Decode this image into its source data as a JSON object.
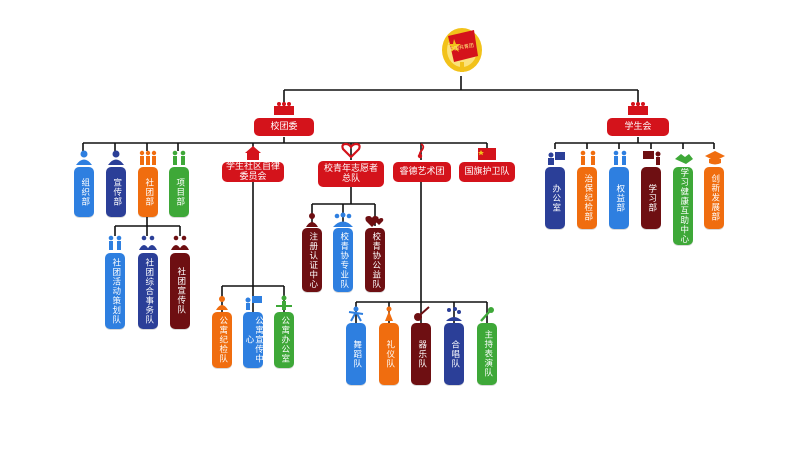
{
  "colors": {
    "line": "#111111",
    "header_red": "#d4131b",
    "blue": "#2e7fe0",
    "navy": "#2b3f98",
    "orange": "#f06d0f",
    "green": "#3ea838",
    "maroon": "#6e0f12",
    "emblem_gold": "#f2c21a"
  },
  "emblem": {
    "text": "中国共青团"
  },
  "league": {
    "label": "校团委",
    "departments": [
      {
        "label": "组织部",
        "icon": "people-icon"
      },
      {
        "label": "宣传部",
        "icon": "people-icon"
      },
      {
        "label": "社团部",
        "icon": "people-icon"
      },
      {
        "label": "项目部",
        "icon": "people-icon"
      }
    ],
    "club_units": [
      {
        "label": "社团活动策划队",
        "icon": "people-icon"
      },
      {
        "label": "社团综合事务队",
        "icon": "people-icon"
      },
      {
        "label": "社团宣传队",
        "icon": "people-icon"
      }
    ],
    "community": {
      "label": "学生社区自律委员会",
      "units": [
        {
          "label": "公寓纪检队",
          "icon": "person-icon"
        },
        {
          "label": "公寓宣传中心",
          "icon": "presenter-icon"
        },
        {
          "label": "公寓办公室",
          "icon": "people-icon"
        }
      ]
    },
    "volunteers": {
      "label": "校青年志愿者总队",
      "units": [
        {
          "label": "注册认证中心",
          "icon": "person-icon"
        },
        {
          "label": "校青协专业队",
          "icon": "people-icon"
        },
        {
          "label": "校青协公益队",
          "icon": "heart-icon"
        }
      ]
    },
    "art_troupe": {
      "label": "睿德艺术团",
      "units": [
        {
          "label": "舞蹈队",
          "icon": "dance-icon"
        },
        {
          "label": "礼仪队",
          "icon": "person-icon"
        },
        {
          "label": "器乐队",
          "icon": "guitar-icon"
        },
        {
          "label": "合唱队",
          "icon": "notes-icon"
        },
        {
          "label": "主持表演队",
          "icon": "microphone-icon"
        }
      ]
    },
    "flag_guard": {
      "label": "国旗护卫队"
    }
  },
  "union": {
    "label": "学生会",
    "departments": [
      {
        "label": "办公室",
        "icon": "computer-icon"
      },
      {
        "label": "治保纪检部",
        "icon": "people-icon"
      },
      {
        "label": "权益部",
        "icon": "people-icon"
      },
      {
        "label": "学习部",
        "icon": "teacher-icon"
      },
      {
        "label": "学习健康互助中心",
        "icon": "handshake-icon"
      },
      {
        "label": "创新发展部",
        "icon": "graduation-icon"
      }
    ]
  }
}
